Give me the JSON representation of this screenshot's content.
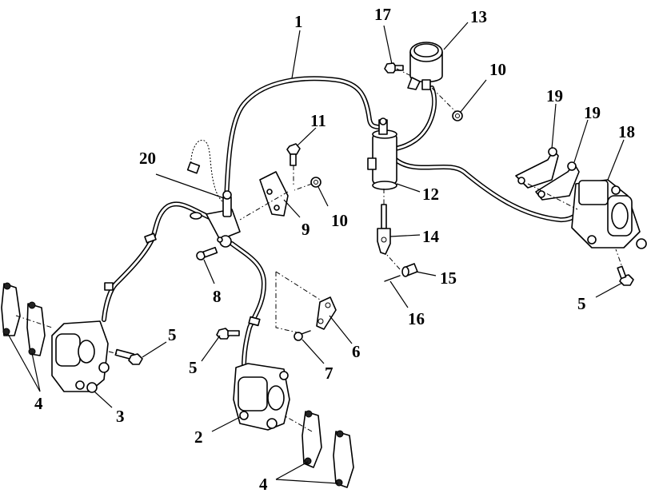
{
  "callouts": [
    {
      "id": "c1",
      "label": "1"
    },
    {
      "id": "c2",
      "label": "2"
    },
    {
      "id": "c3",
      "label": "3"
    },
    {
      "id": "c4a",
      "label": "4"
    },
    {
      "id": "c4b",
      "label": "4"
    },
    {
      "id": "c5a",
      "label": "5"
    },
    {
      "id": "c5b",
      "label": "5"
    },
    {
      "id": "c5c",
      "label": "5"
    },
    {
      "id": "c6",
      "label": "6"
    },
    {
      "id": "c7",
      "label": "7"
    },
    {
      "id": "c8",
      "label": "8"
    },
    {
      "id": "c9",
      "label": "9"
    },
    {
      "id": "c10a",
      "label": "10"
    },
    {
      "id": "c10b",
      "label": "10"
    },
    {
      "id": "c11",
      "label": "11"
    },
    {
      "id": "c12",
      "label": "12"
    },
    {
      "id": "c13",
      "label": "13"
    },
    {
      "id": "c14",
      "label": "14"
    },
    {
      "id": "c15",
      "label": "15"
    },
    {
      "id": "c16",
      "label": "16"
    },
    {
      "id": "c17",
      "label": "17"
    },
    {
      "id": "c18",
      "label": "18"
    },
    {
      "id": "c19a",
      "label": "19"
    },
    {
      "id": "c19b",
      "label": "19"
    },
    {
      "id": "c20",
      "label": "20"
    }
  ]
}
